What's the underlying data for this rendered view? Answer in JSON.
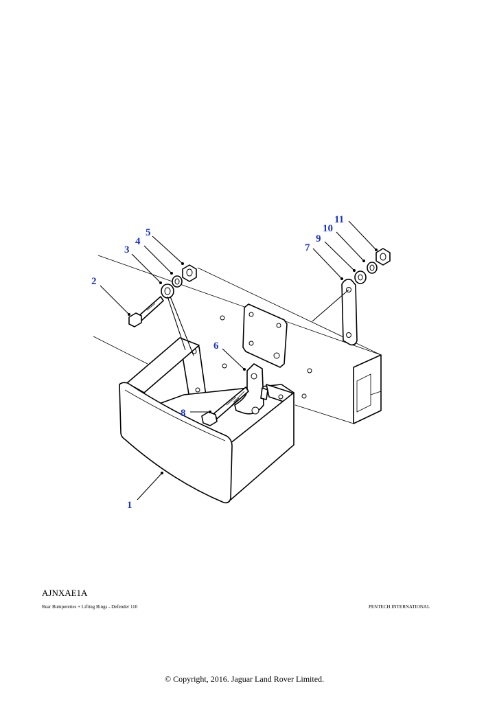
{
  "diagram": {
    "callouts": [
      "1",
      "2",
      "3",
      "4",
      "5",
      "6",
      "7",
      "8",
      "9",
      "10",
      "11"
    ]
  },
  "footer": {
    "reference_code": "AJNXAE1A",
    "caption": "Rear Bumperettes + Lifting Rings - Defender 110",
    "publisher": "PENTECH INTERNATIONAL",
    "copyright": "© Copyright, 2016. Jaguar Land Rover Limited."
  }
}
